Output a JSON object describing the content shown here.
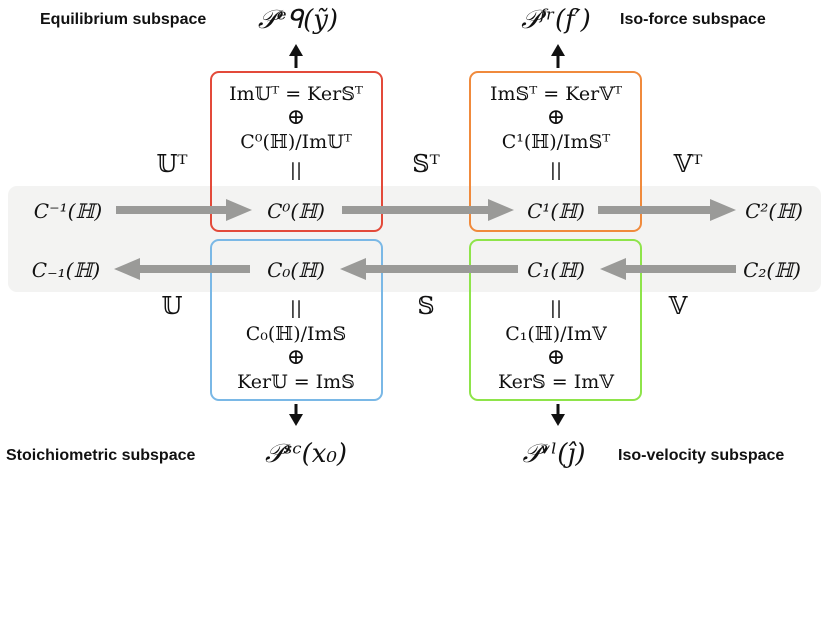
{
  "subspace_labels": {
    "equilibrium": "Equilibrium subspace",
    "iso_force": "Iso-force subspace",
    "stoichiometric": "Stoichiometric subspace",
    "iso_velocity": "Iso-velocity subspace"
  },
  "projectors": {
    "equilibrium": "𝒫ᵉᑫ(ỹ)",
    "iso_force": "𝒫ᶠʳ(f′)",
    "stoichiometric": "𝒫ˢᶜ(x₀)",
    "iso_velocity": "𝒫ᵛˡ(ĵ)"
  },
  "operators": {
    "U_T": "𝕌ᵀ",
    "S_T": "𝕊ᵀ",
    "V_T": "𝕍ᵀ",
    "U": "𝕌",
    "S": "𝕊",
    "V": "𝕍"
  },
  "cochain_nodes": {
    "c_minus1": "C⁻¹(ℍ)",
    "c0": "C⁰(ℍ)",
    "c1": "C¹(ℍ)",
    "c2": "C²(ℍ)"
  },
  "chain_nodes": {
    "c_sub_minus1": "C₋₁(ℍ)",
    "c_sub0": "C₀(ℍ)",
    "c_sub1": "C₁(ℍ)",
    "c_sub2": "C₂(ℍ)"
  },
  "boxes": {
    "red": {
      "line1": "Im𝕌ᵀ = Ker𝕊ᵀ",
      "oplus": "⊕",
      "line2": "C⁰(ℍ)/Im𝕌ᵀ",
      "parallel": "||"
    },
    "orange": {
      "line1": "Im𝕊ᵀ = Ker𝕍ᵀ",
      "oplus": "⊕",
      "line2": "C¹(ℍ)/Im𝕊ᵀ",
      "parallel": "||"
    },
    "blue": {
      "parallel": "||",
      "line1": "C₀(ℍ)/Im𝕊",
      "oplus": "⊕",
      "line2": "Ker𝕌 = Im𝕊"
    },
    "green": {
      "parallel": "||",
      "line1": "C₁(ℍ)/Im𝕍",
      "oplus": "⊕",
      "line2": "Ker𝕊 = Im𝕍"
    }
  },
  "colors": {
    "red_box": "#e34a3a",
    "orange_box": "#f08a3c",
    "blue_box": "#7ab8e6",
    "green_box": "#8ee44a",
    "band": "#f3f3f2",
    "arrow": "#9a9a98",
    "text": "#111111"
  }
}
